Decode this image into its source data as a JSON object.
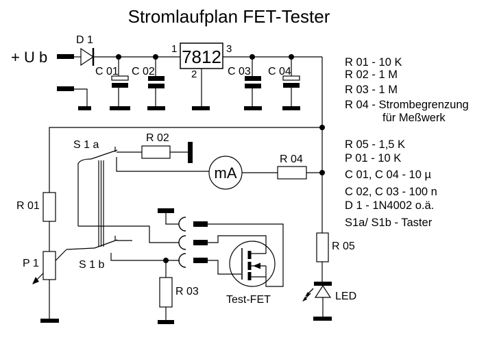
{
  "title": "Stromlaufplan FET-Tester",
  "colors": {
    "ink": "#000000",
    "background": "#ffffff"
  },
  "labels": {
    "supply": "+ U b",
    "d1": "D 1",
    "c01": "C 01",
    "c02": "C 02",
    "c03": "C 03",
    "c04": "C 04",
    "regulator": "7812",
    "pin1": "1",
    "pin2": "2",
    "pin3": "3",
    "r01": "R 01",
    "r02": "R 02",
    "r03": "R 03",
    "r04": "R 04",
    "r05": "R 05",
    "p1": "P 1",
    "s1a": "S 1 a",
    "s1b": "S 1 b",
    "meter": "mA",
    "test_fet": "Test-FET",
    "led": "LED"
  },
  "parts_list": {
    "group1": [
      "R 01 - 10 K",
      "R 02 - 1 M",
      "R 03 - 1 M",
      "R 04 - Strombegrenzung",
      "für Meßwerk"
    ],
    "group2": [
      "R 05 - 1,5 K",
      "P 01 - 10 K",
      "C 01, C 04 - 10 µ",
      "C 02, C 03 - 100 n",
      "D 1 - 1N4002 o.ä.",
      "S1a/ S1b - Taster"
    ]
  }
}
